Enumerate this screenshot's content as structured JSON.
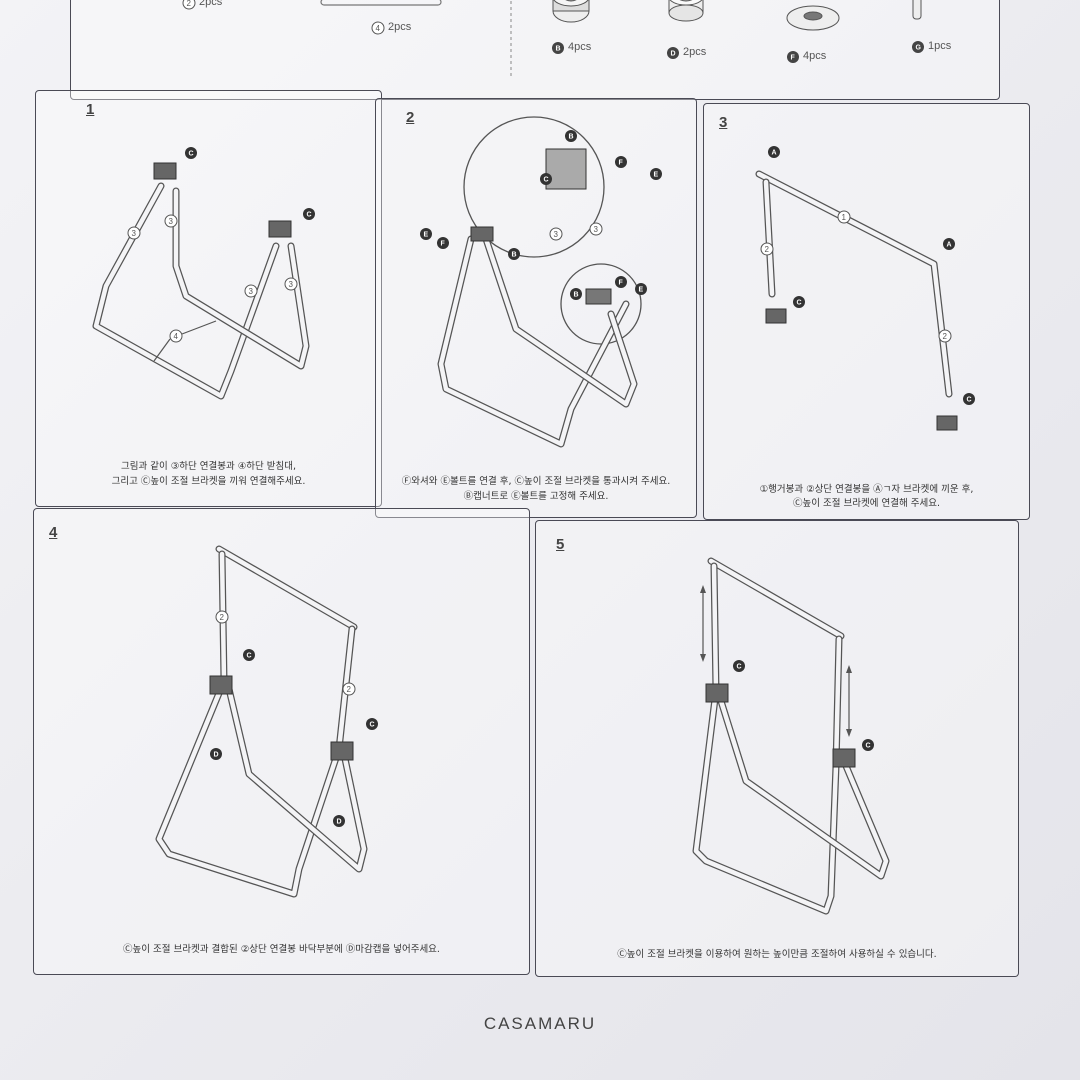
{
  "parts": {
    "a_qty": "2pcs",
    "b_qty": "2pcs",
    "c_qty": "4pcs",
    "d_qty": "2pcs",
    "e_qty": "4pcs",
    "f_qty": "1pcs"
  },
  "steps": [
    {
      "num": "1",
      "line1": "그림과 같이 ③하단 연결봉과 ④하단 받침대,",
      "line2": "그리고 Ⓒ높이 조절 브라켓을 끼워 연결해주세요."
    },
    {
      "num": "2",
      "line1": "Ⓕ와셔와 Ⓔ볼트를 연결 후, Ⓒ높이 조절 브라켓을 통과시켜 주세요.",
      "line2": "Ⓑ캡너트로 Ⓔ볼트를 고정해 주세요."
    },
    {
      "num": "3",
      "line1": "①행거봉과 ②상단 연결봉을 Ⓐㄱ자 브라켓에 끼운 후,",
      "line2": "Ⓒ높이 조절 브라켓에 연결해 주세요."
    },
    {
      "num": "4",
      "line1": "Ⓒ높이 조절 브라켓과 결합된 ②상단 연결봉 바닥부분에 Ⓓ마감캡을 넣어주세요.",
      "line2": ""
    },
    {
      "num": "5",
      "line1": "Ⓒ높이 조절 브라켓을 이용하여 원하는 높이만큼 조절하여 사용하실 수 있습니다.",
      "line2": ""
    }
  ],
  "brand": "CASAMARU"
}
